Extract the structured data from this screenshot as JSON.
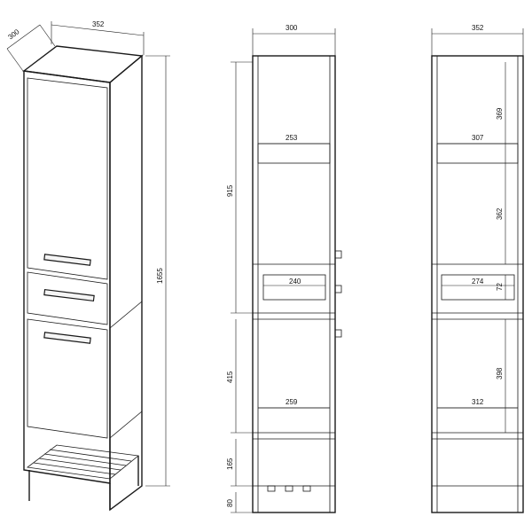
{
  "iso_view": {
    "width_label": "352",
    "depth_label": "300",
    "height_label": "1655"
  },
  "side_view": {
    "width_label": "300",
    "upper_height_label": "915",
    "middle_height_label": "415",
    "lower_height_label": "165",
    "legs_height_label": "80",
    "shelf_label": "253",
    "drawer_label": "240",
    "lower_shelf_label": "259"
  },
  "front_view": {
    "width_label": "352",
    "shelf_label": "307",
    "drawer_label": "274",
    "drawer_height_label": "72",
    "upper_space_label": "369",
    "middle_space_label": "362",
    "lower_space_label": "398",
    "lower_shelf_label": "312"
  }
}
